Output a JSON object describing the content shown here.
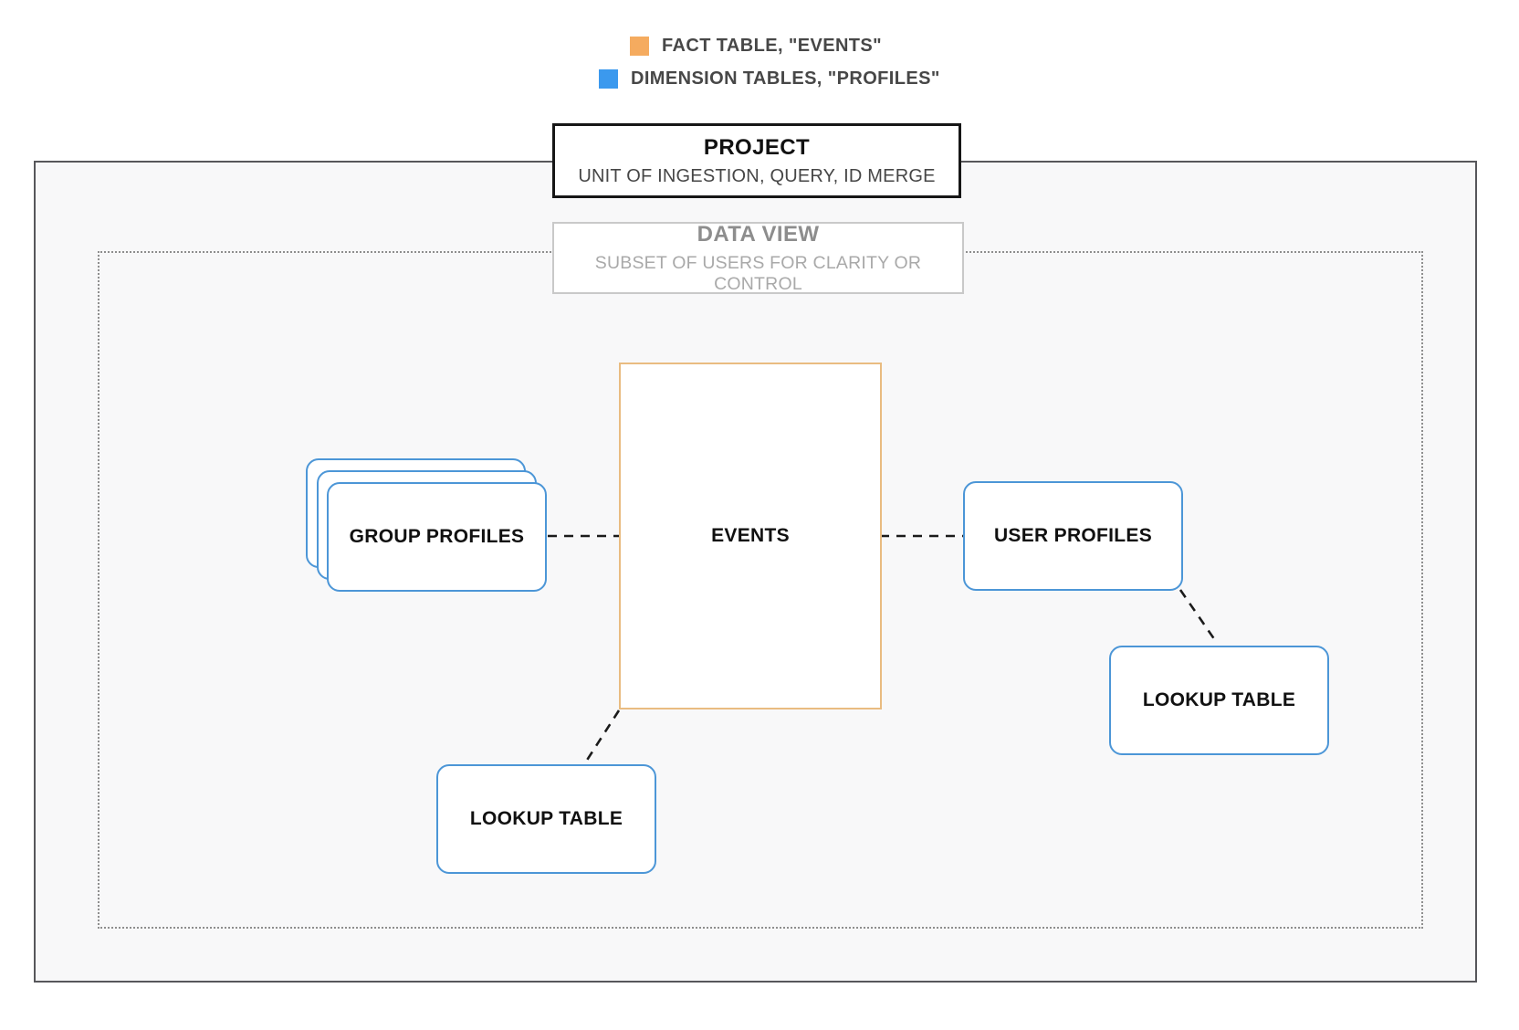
{
  "legend": {
    "items": [
      {
        "label": "FACT TABLE, \"EVENTS\"",
        "color": "#F5AB5F"
      },
      {
        "label": "DIMENSION TABLES, \"PROFILES\"",
        "color": "#3B99EE"
      }
    ]
  },
  "project_box": {
    "title": "PROJECT",
    "subtitle": "UNIT OF INGESTION, QUERY, ID MERGE"
  },
  "data_view_box": {
    "title": "DATA VIEW",
    "subtitle": "SUBSET OF USERS FOR CLARITY OR CONTROL"
  },
  "nodes": {
    "events": {
      "label": "EVENTS"
    },
    "group_profiles": {
      "label": "GROUP PROFILES"
    },
    "user_profiles": {
      "label": "USER PROFILES"
    },
    "lookup_table_bottom": {
      "label": "LOOKUP TABLE"
    },
    "lookup_table_right": {
      "label": "LOOKUP TABLE"
    }
  },
  "colors": {
    "fact_orange": "#F5AB5F",
    "dimension_blue": "#3B99EE",
    "node_border_blue": "#4C96D7",
    "events_border_orange": "#E9BC81",
    "connector_black": "#1B1B1B",
    "outer_border_gray": "#57575B",
    "inner_dotted_gray": "#8E8E8E"
  }
}
